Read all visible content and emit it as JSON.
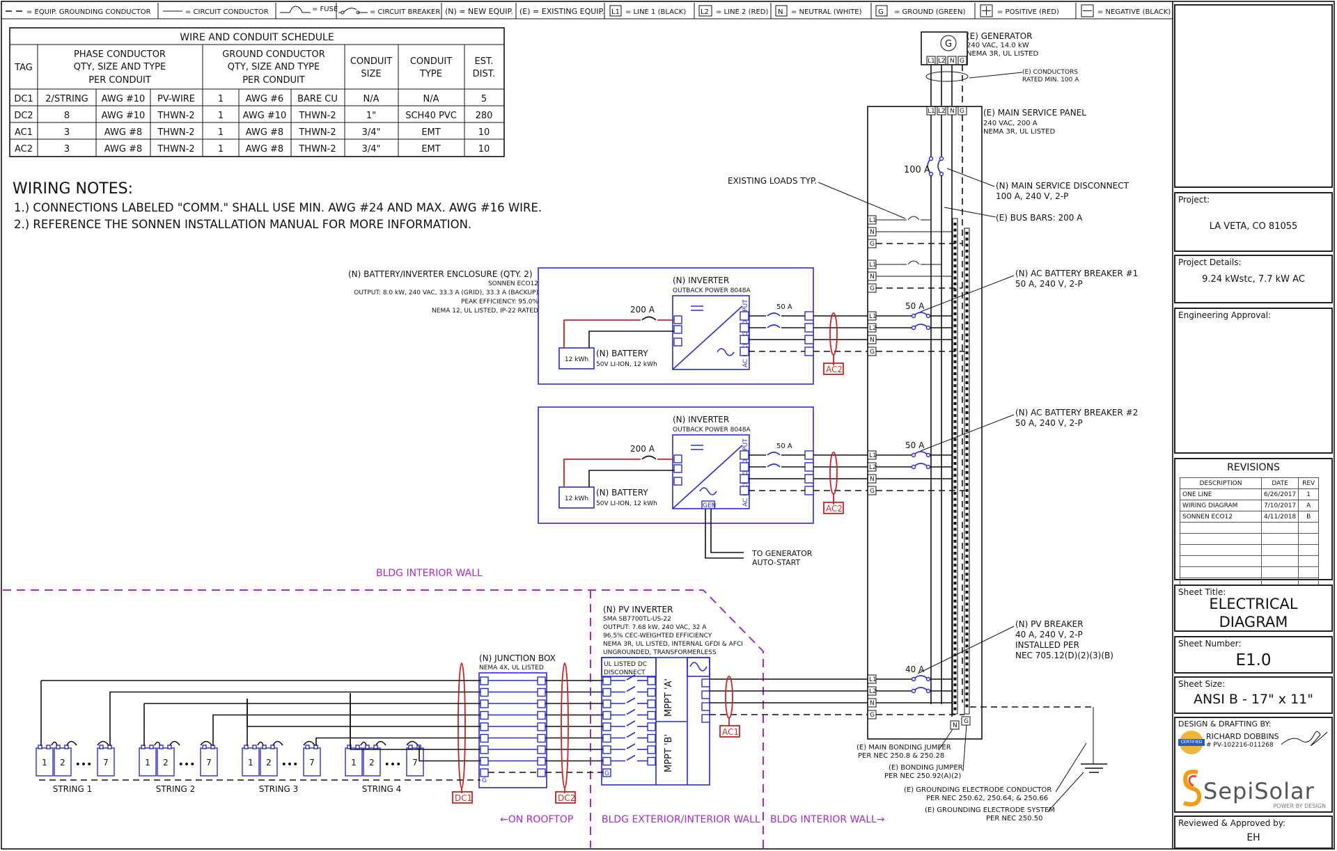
{
  "legend": [
    {
      "symbol": "dashed-line",
      "text": "= EQUIP. GROUNDING CONDUCTOR"
    },
    {
      "symbol": "solid-line",
      "text": "= CIRCUIT CONDUCTOR"
    },
    {
      "symbol": "fuse",
      "text": "= FUSE"
    },
    {
      "symbol": "breaker",
      "text": "= CIRCUIT BREAKER"
    },
    {
      "symbol": "text",
      "text": "(N) = NEW EQUIP."
    },
    {
      "symbol": "text",
      "text": "(E) = EXISTING EQUIP."
    },
    {
      "symbol": "box",
      "box": "L1",
      "text": "= LINE 1 (BLACK)"
    },
    {
      "symbol": "box",
      "box": "L2",
      "text": "= LINE 2 (RED)"
    },
    {
      "symbol": "box",
      "box": "N",
      "text": "= NEUTRAL (WHITE)"
    },
    {
      "symbol": "box",
      "box": "G",
      "text": "= GROUND (GREEN)"
    },
    {
      "symbol": "plus-box",
      "text": "= POSITIVE (RED)"
    },
    {
      "symbol": "minus-box",
      "text": "= NEGATIVE (BLACK)"
    }
  ],
  "wire_schedule": {
    "title": "WIRE AND CONDUIT SCHEDULE",
    "headers": {
      "tag": "TAG",
      "phase": [
        "PHASE CONDUCTOR",
        "QTY, SIZE AND TYPE",
        "PER CONDUIT"
      ],
      "ground": [
        "GROUND CONDUCTOR",
        "QTY, SIZE AND TYPE",
        "PER CONDUIT"
      ],
      "conduit_size": [
        "CONDUIT",
        "SIZE"
      ],
      "conduit_type": [
        "CONDUIT",
        "TYPE"
      ],
      "dist": [
        "EST.",
        "DIST."
      ]
    },
    "rows": [
      [
        "DC1",
        "2/STRING",
        "AWG #10",
        "PV-WIRE",
        "1",
        "AWG #6",
        "BARE CU",
        "N/A",
        "N/A",
        "5"
      ],
      [
        "DC2",
        "8",
        "AWG #10",
        "THWN-2",
        "1",
        "AWG #10",
        "THWN-2",
        "1\"",
        "SCH40 PVC",
        "280"
      ],
      [
        "AC1",
        "3",
        "AWG #8",
        "THWN-2",
        "1",
        "AWG #8",
        "THWN-2",
        "3/4\"",
        "EMT",
        "10"
      ],
      [
        "AC2",
        "3",
        "AWG #8",
        "THWN-2",
        "1",
        "AWG #8",
        "THWN-2",
        "3/4\"",
        "EMT",
        "10"
      ]
    ]
  },
  "wiring_notes": {
    "title": "WIRING NOTES:",
    "lines": [
      "1.) CONNECTIONS LABELED \"COMM.\" SHALL USE MIN. AWG #24 AND MAX. AWG #16 WIRE.",
      "2.) REFERENCE THE SONNEN INSTALLATION MANUAL FOR MORE INFORMATION."
    ]
  },
  "generator": {
    "symbol": "G",
    "label": "(E) GENERATOR",
    "details": [
      "240 VAC, 14.0 kW",
      "NEMA 3R, UL LISTED"
    ],
    "terminals": [
      "L1",
      "L2",
      "N",
      "G"
    ],
    "conductor_note": [
      "(E) CONDUCTORS",
      "RATED MIN. 100 A"
    ]
  },
  "main_panel": {
    "label": "(E) MAIN SERVICE PANEL",
    "details": [
      "240 VAC, 200 A",
      "NEMA 3R, UL LISTED"
    ],
    "terminals": [
      "L1",
      "L2",
      "N",
      "G"
    ],
    "main_breaker": "100 A",
    "disconnect_label": [
      "(N) MAIN SERVICE DISCONNECT",
      "100 A, 240 V, 2-P"
    ],
    "bus_bars": "(E) BUS BARS: 200 A",
    "existing_loads": "EXISTING LOADS TYP.",
    "ac_breaker_1": [
      "(N) AC BATTERY BREAKER #1",
      "50 A, 240 V, 2-P"
    ],
    "ac_breaker_2": [
      "(N) AC BATTERY BREAKER #2",
      "50 A, 240 V, 2-P"
    ],
    "breaker_rating_50": "50 A",
    "pv_breaker": [
      "(N) PV BREAKER",
      "40 A, 240 V, 2-P",
      "INSTALLED PER",
      "NEC 705.12(D)(2)(3)(B)"
    ],
    "pv_breaker_rating": "40 A",
    "ground_labels": [
      [
        "(E) MAIN BONDING JUMPER",
        "PER NEC 250.8 & 250.28"
      ],
      [
        "(E) BONDING JUMPER",
        "PER NEC 250.92(A)(2)"
      ],
      [
        "(E) GROUNDING ELECTRODE CONDUCTOR",
        "PER NEC 250.62, 250.64, & 250.66"
      ],
      [
        "(E) GROUNDING ELECTRODE SYSTEM",
        "PER NEC 250.50"
      ]
    ],
    "neutral_bar_label": "N",
    "ground_bar_label": "G"
  },
  "enclosure": {
    "label": "(N) BATTERY/INVERTER ENCLOSURE (QTY. 2)",
    "details": [
      "SONNEN ECO12",
      "OUTPUT: 8.0 kW, 240 VAC, 33.3 A (GRID), 33.3 A (BACKUP)",
      "PEAK EFFICIENCY: 95.0%",
      "NEMA 12, UL LISTED, IP-22 RATED"
    ],
    "inverter_label": "(N) INVERTER",
    "inverter_model": "OUTBACK POWER 8048A",
    "ac_input_text": "AC MICROGRID INPUT",
    "battery_label": "(N) BATTERY",
    "battery_details": "50V LI-ION, 12 kWh",
    "battery_box": "12 kWh",
    "fuse_rating": "200 A",
    "breaker_rating": "50 A",
    "gen_terminal": "GEN",
    "generator_autostart": [
      "TO GENERATOR",
      "AUTO-START"
    ],
    "terminals": [
      "L1",
      "L2",
      "N",
      "G"
    ]
  },
  "pv": {
    "inverter_label": "(N) PV INVERTER",
    "inverter_details": [
      "SMA SB7700TL-US-22",
      "OUTPUT: 7.68 kW, 240 VAC, 32 A",
      "96.5% CEC-WEIGHTED EFFICIENCY",
      "NEMA 3R, UL LISTED, INTERNAL GFDI & AFCI",
      "UNGROUNDED, TRANSFORMERLESS"
    ],
    "dc_disconnect": [
      "UL LISTED DC",
      "DISCONNECT"
    ],
    "mppt_a": "MPPT 'A'",
    "mppt_b": "MPPT 'B'",
    "junction_box": [
      "(N) JUNCTION BOX",
      "NEMA 4X, UL LISTED"
    ],
    "strings": [
      "STRING 1",
      "STRING 2",
      "STRING 3",
      "STRING 4"
    ],
    "module_labels": [
      "1",
      "2",
      "7"
    ],
    "ellipsis": "•••"
  },
  "conduit_tags": {
    "ac1": "AC1",
    "ac2": "AC2",
    "dc1": "DC1",
    "dc2": "DC2"
  },
  "walls": {
    "interior_top": "BLDG INTERIOR WALL",
    "rooftop": "←ON ROOFTOP",
    "exterior_interior": "BLDG EXTERIOR/INTERIOR WALL",
    "interior_bottom": "BLDG INTERIOR WALL→"
  },
  "title_block": {
    "project_label": "Project:",
    "project_value": "LA VETA, CO 81055",
    "details_label": "Project Details:",
    "details_value": "9.24 kWstc, 7.7 kW AC",
    "approval_label": "Engineering Approval:",
    "revisions_title": "REVISIONS",
    "revision_headers": [
      "DESCRIPTION",
      "DATE",
      "REV"
    ],
    "revisions": [
      [
        "ONE LINE",
        "6/26/2017",
        "1"
      ],
      [
        "WIRING DIAGRAM",
        "7/10/2017",
        "A"
      ],
      [
        "SONNEN ECO12",
        "4/11/2018",
        "B"
      ],
      [
        "",
        "",
        ""
      ],
      [
        "",
        "",
        ""
      ],
      [
        "",
        "",
        ""
      ],
      [
        "",
        "",
        ""
      ],
      [
        "",
        "",
        ""
      ],
      [
        "",
        "",
        ""
      ]
    ],
    "sheet_title_label": "Sheet Title:",
    "sheet_title": [
      "ELECTRICAL",
      "DIAGRAM"
    ],
    "sheet_number_label": "Sheet Number:",
    "sheet_number": "E1.0",
    "sheet_size_label": "Sheet Size:",
    "sheet_size": "ANSI B - 17\" x 11\"",
    "design_label": "DESIGN & DRAFTING BY:",
    "designer": "RICHARD DOBBINS",
    "designer_id": "# PV-102216-011268",
    "cert_badge": "CERTIFIED",
    "company": "SepiSolar",
    "company_tagline": "POWER BY DESIGN",
    "reviewed_label": "Reviewed & Approved by:",
    "reviewer": "EH"
  },
  "colors": {
    "blue": "#2a2ad8",
    "purple": "#a52ad0",
    "red": "#c0392b",
    "tag_red": "#c0392b",
    "ink": "#111111"
  }
}
